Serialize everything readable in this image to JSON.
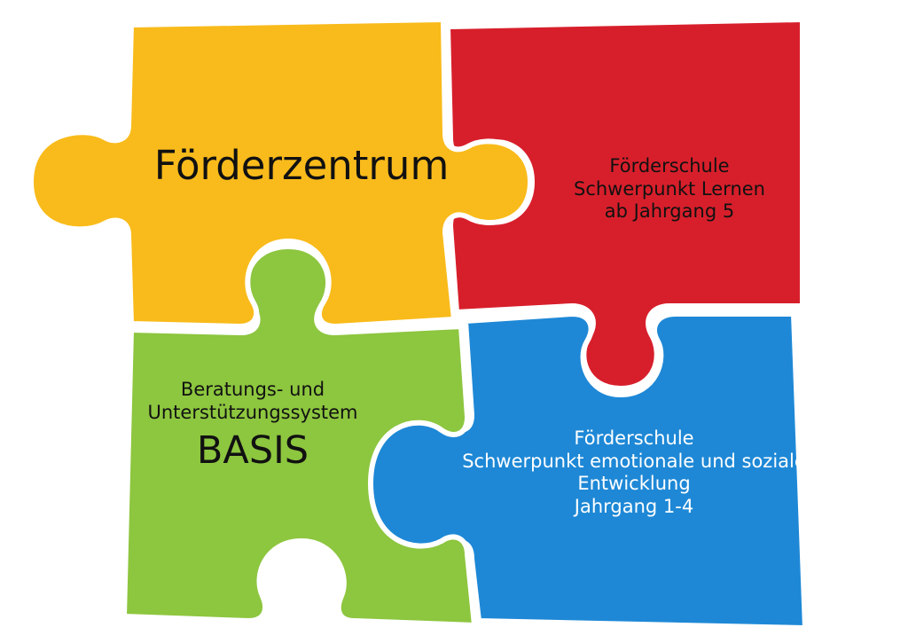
{
  "colors": {
    "yellow": "#f9bb1b",
    "red": "#d71f2b",
    "green": "#8dc63f",
    "blue": "#1e88d6",
    "text_dark": "#111111",
    "text_light": "#ffffff",
    "outline": "#ffffff"
  },
  "pieces": {
    "yellow": {
      "title": "Förderzentrum"
    },
    "red": {
      "lines": [
        "Förderschule",
        "Schwerpunkt Lernen",
        "ab Jahrgang 5"
      ]
    },
    "green": {
      "lines": [
        "Beratungs- und",
        "Unterstützungssystem"
      ],
      "title": "BASIS"
    },
    "blue": {
      "lines": [
        "Förderschule",
        "Schwerpunkt emotionale und soziale",
        "Entwicklung",
        "Jahrgang 1-4"
      ]
    }
  }
}
